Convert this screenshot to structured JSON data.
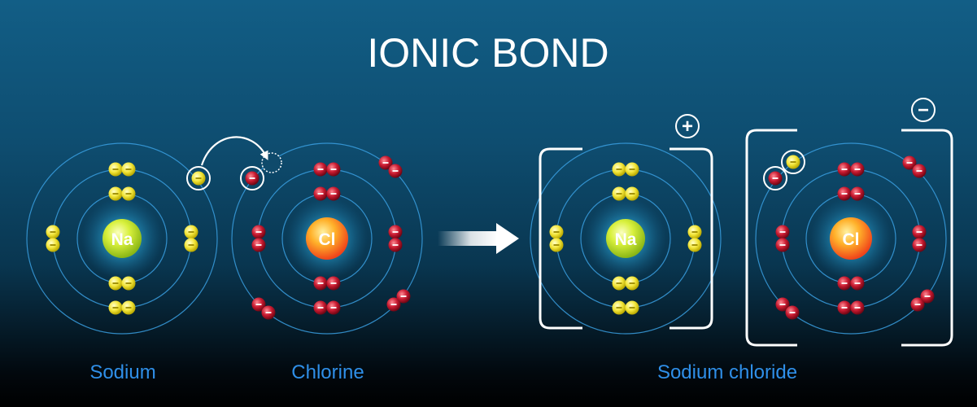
{
  "title": "IONIC BOND",
  "colors": {
    "label": "#2f8fe8",
    "orbit": "#3a9fe0",
    "electron_na": "#f3e63a",
    "electron_cl": "#c81a30",
    "bracket": "#ffffff"
  },
  "atoms": {
    "sodium": {
      "symbol": "Na",
      "label": "Sodium"
    },
    "chlorine": {
      "symbol": "Cl",
      "label": "Chlorine"
    },
    "sodium_ion": {
      "symbol": "Na",
      "charge": "+"
    },
    "chloride_ion": {
      "symbol": "Cl",
      "charge": "−"
    }
  },
  "product_label": "Sodium chloride",
  "icons": {
    "transfer": "curved-arrow-icon",
    "reaction": "right-arrow-icon",
    "electron_vacancy": "dashed-circle-icon"
  }
}
